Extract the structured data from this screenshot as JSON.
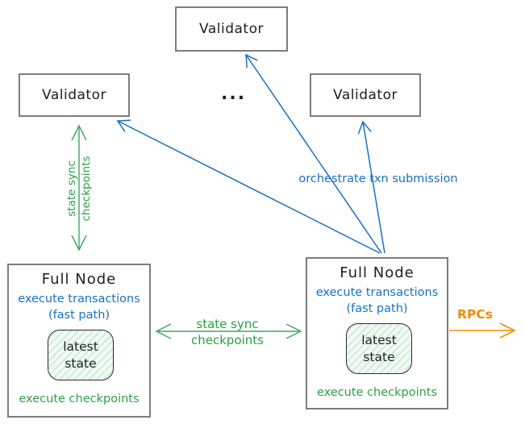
{
  "colors": {
    "blue": "#1971c2",
    "green_text": "#2f9e44",
    "green_line": "#3fa65c",
    "orange": "#f08c00",
    "box_border": "#7d7d7d",
    "state_fill": "#f1faf2",
    "text": "#1e1e1e"
  },
  "validators": {
    "top": "Validator",
    "left": "Validator",
    "right": "Validator"
  },
  "ellipsis": "...",
  "full_node_left": {
    "title": "Full Node",
    "exec_txn": "execute transactions",
    "fast_path": "(fast path)",
    "state_l1": "latest",
    "state_l2": "state",
    "exec_ckpt": "execute checkpoints"
  },
  "full_node_right": {
    "title": "Full Node",
    "exec_txn": "execute transactions",
    "fast_path": "(fast path)",
    "state_l1": "latest",
    "state_l2": "state",
    "exec_ckpt": "execute checkpoints"
  },
  "edges": {
    "left_state_sync": {
      "l1": "state sync",
      "l2": "checkpoints"
    },
    "mid_state_sync": {
      "l1": "state sync",
      "l2": "checkpoints"
    },
    "orchestrate": "orchestrate txn submission",
    "rpcs": "RPCs"
  }
}
